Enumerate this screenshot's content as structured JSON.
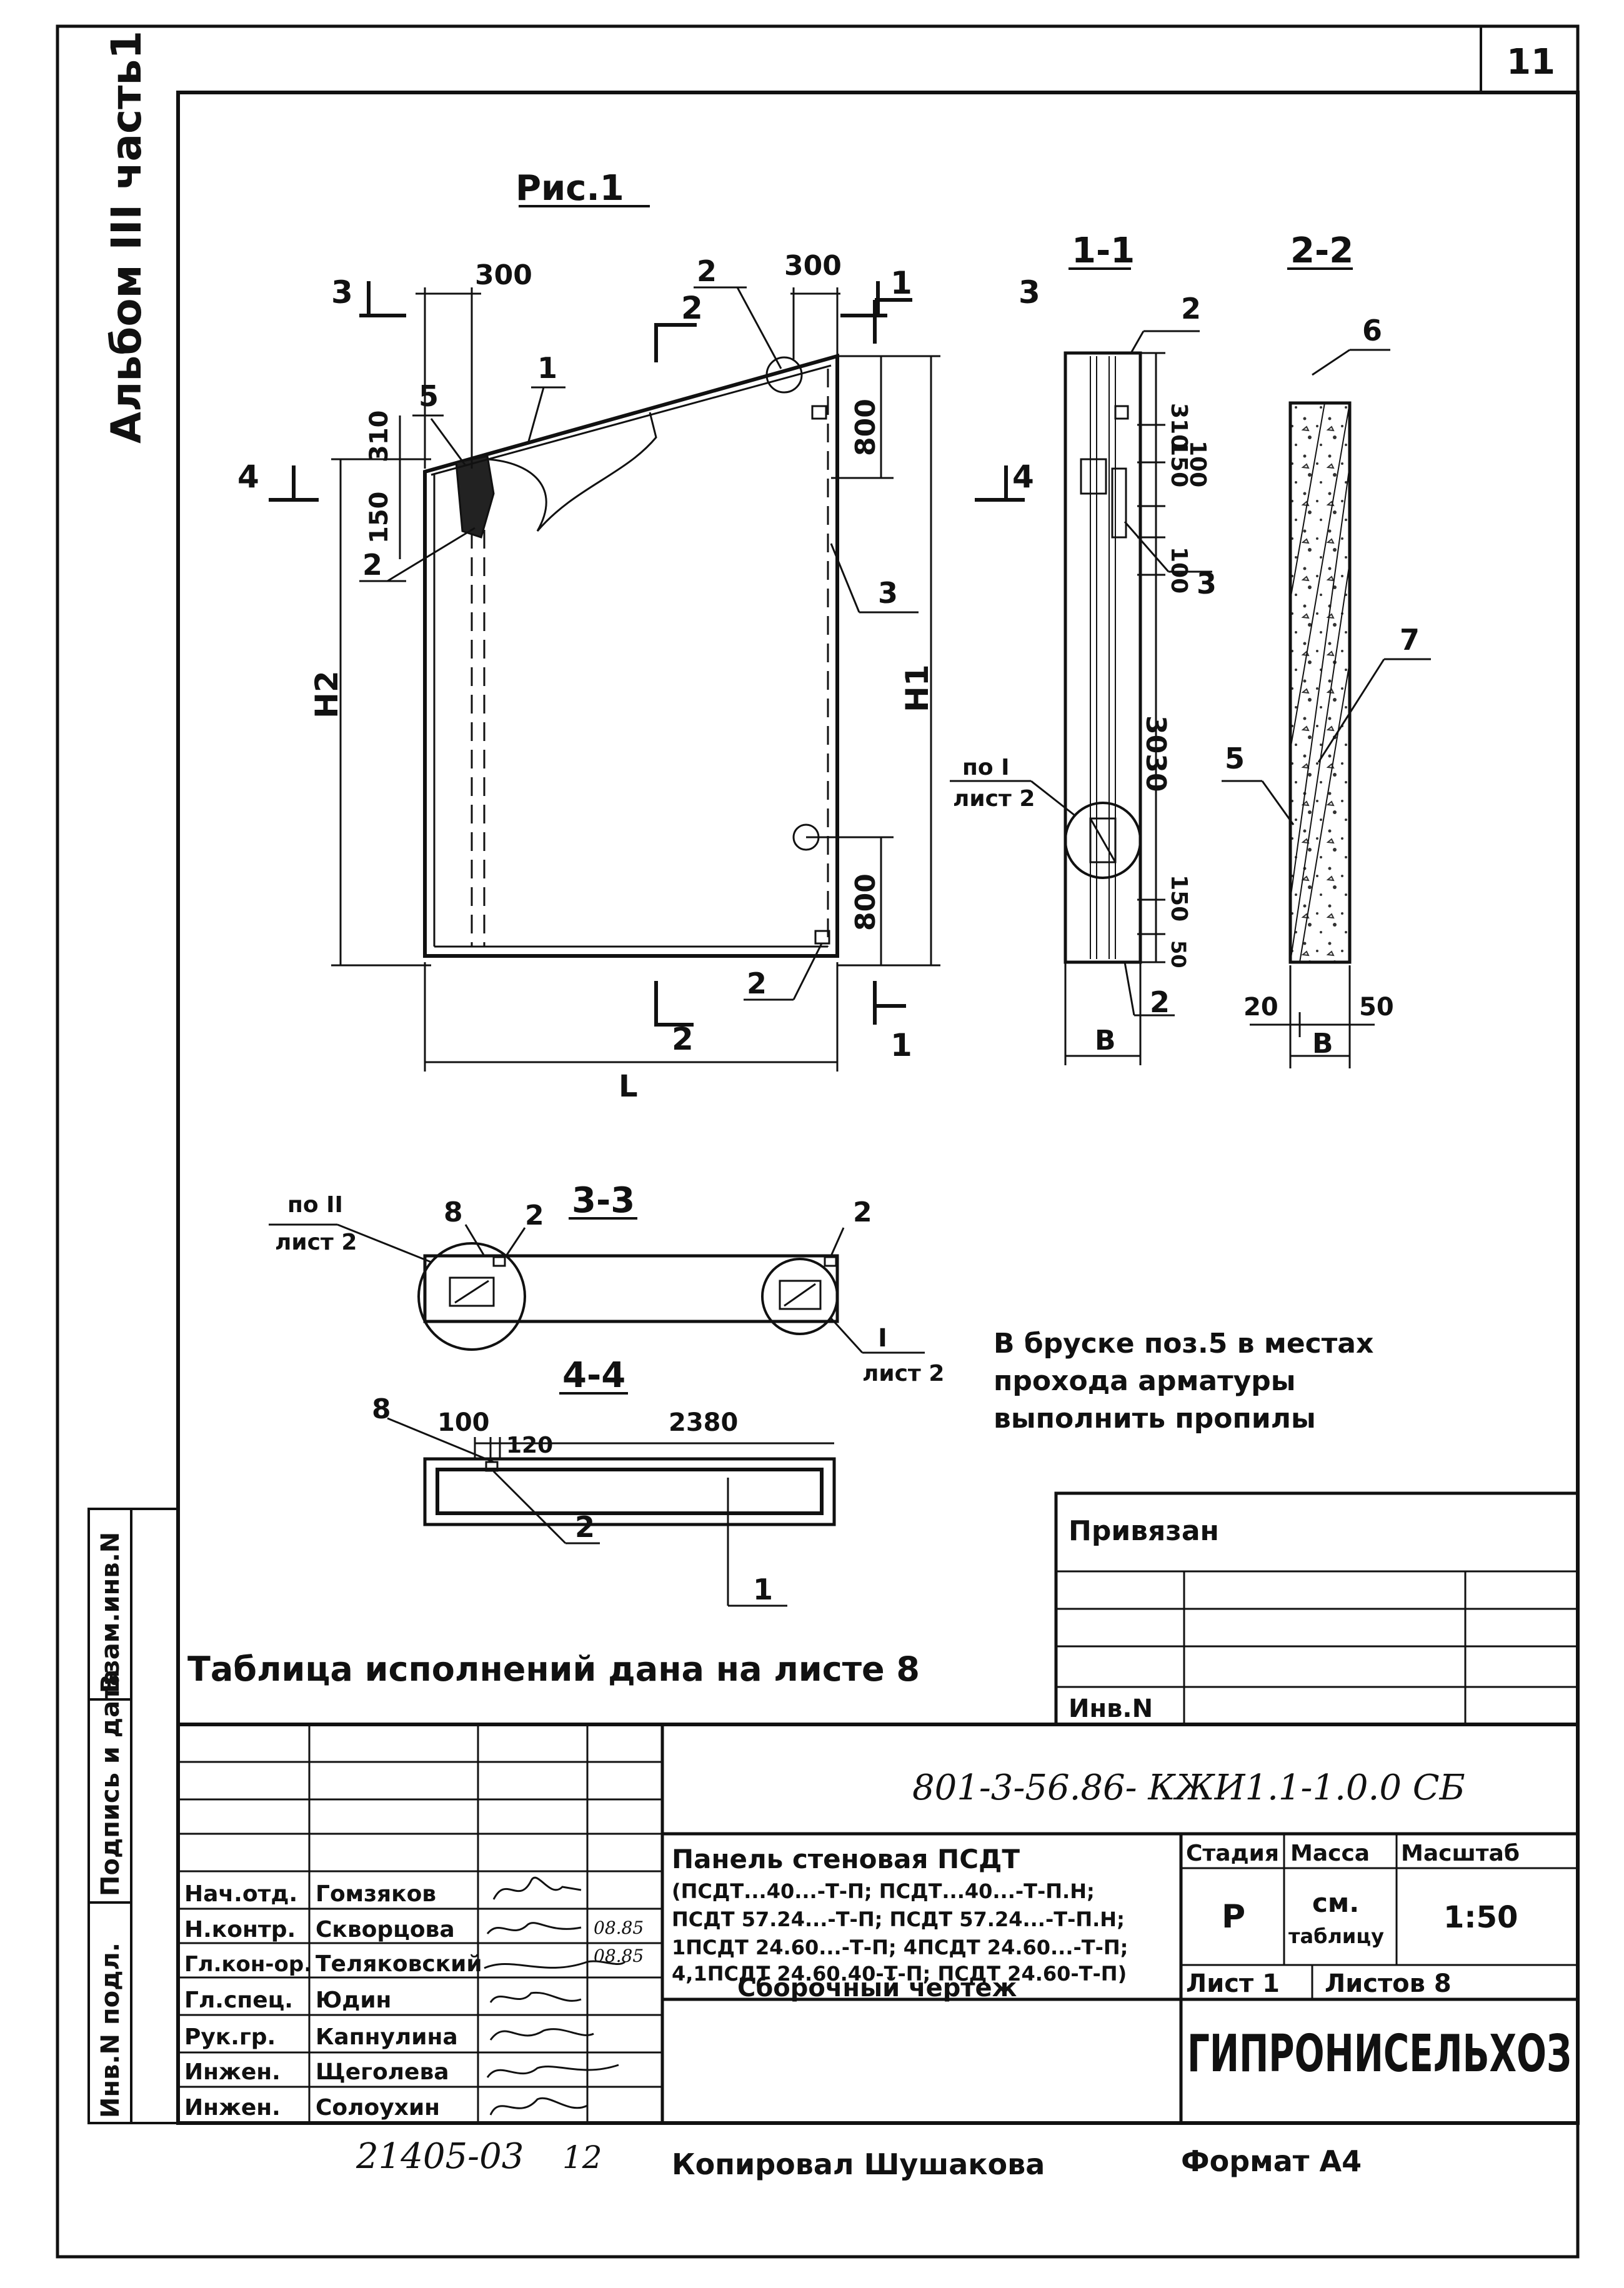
{
  "page_number": "11",
  "album_label": "Альбом III часть1",
  "figure": {
    "title": "Рис.1",
    "dim_300_left": "300",
    "dim_300_right": "300",
    "dim_310": "310",
    "dim_150": "150",
    "dim_800_top": "800",
    "dim_800_bottom": "800",
    "label_H1": "H1",
    "label_H2": "H2",
    "label_L": "L",
    "callouts": {
      "c1": "1",
      "c2": "2",
      "c3": "3",
      "c5": "5",
      "c2b": "2",
      "c2c": "2"
    },
    "section_marks": {
      "s3a": "3",
      "s3b": "3",
      "s4a": "4",
      "s4b": "4",
      "s2a": "2",
      "s2b": "2",
      "s1a": "1",
      "s1b": "1"
    }
  },
  "section_1_1": {
    "title": "1-1",
    "dim_310": "310",
    "dim_150": "150",
    "dim_100a": "100",
    "dim_100b": "100",
    "dim_3030": "3030",
    "dim_150b": "150",
    "dim_50": "50",
    "label_B": "B",
    "callout_2": "2",
    "callout_3": "3",
    "callout_2b": "2",
    "ref_text": "по I",
    "ref_sheet": "лист 2"
  },
  "section_2_2": {
    "title": "2-2",
    "callout_6": "6",
    "callout_7": "7",
    "callout_5": "5",
    "dim_20": "20",
    "dim_50": "50",
    "label_B": "B"
  },
  "section_3_3": {
    "title": "3-3",
    "callout_8": "8",
    "callout_2a": "2",
    "callout_2b": "2",
    "ref_II": "по II",
    "ref_II_sheet": "лист 2",
    "ref_I": "I",
    "ref_I_sheet": "лист 2"
  },
  "section_4_4": {
    "title": "4-4",
    "callout_8": "8",
    "dim_100": "100",
    "dim_2380": "2380",
    "dim_120": "120",
    "callout_2": "2",
    "callout_1": "1"
  },
  "note": [
    "В бруске поз.5 в местах",
    "прохода арматуры",
    "выполнить пропилы"
  ],
  "table_note": "Таблица исполнений дана на листе 8",
  "left_strip": [
    "Инв.N подл.",
    "Подпись и дата",
    "Взам.инв.N"
  ],
  "binding_box": {
    "title": "Привязан",
    "inv": "Инв.N"
  },
  "title_block": {
    "code": "801-3-56.86- КЖИ1.1-1.0.0 СБ",
    "description": [
      "Панель стеновая ПСДТ",
      "(ПСДТ...40...-Т-П; ПСДТ...40...-Т-П.Н;",
      "ПСДТ 57.24...-Т-П; ПСДТ 57.24...-Т-П.Н;",
      "1ПСДТ 24.60...-Т-П; 4ПСДТ 24.60...-Т-П;",
      "4,1ПСДТ 24.60.40-Т-П; ПСДТ 24.60-Т-П)",
      "Сборочный чертеж"
    ],
    "stage_label": "Стадия",
    "mass_label": "Масса",
    "scale_label": "Масштаб",
    "stage": "Р",
    "mass": "см.",
    "mass2": "таблицу",
    "scale": "1:50",
    "sheet": "Лист 1",
    "sheets": "Листов 8",
    "org": "ГИПРОНИСЕЛЬХОЗ",
    "staff": [
      {
        "role": "Нач.отд.",
        "name": "Гомзяков"
      },
      {
        "role": "Н.контр.",
        "name": "Скворцова",
        "date": "08.85"
      },
      {
        "role": "Гл.кон-ор.",
        "name": "Теляковский",
        "date": "08.85"
      },
      {
        "role": "Гл.спец.",
        "name": "Юдин"
      },
      {
        "role": "Рук.гр.",
        "name": "Капнулина"
      },
      {
        "role": "Инжен.",
        "name": "Щеголева"
      },
      {
        "role": "Инжен.",
        "name": "Солоухин"
      }
    ]
  },
  "bottom": {
    "archive": "21405-03",
    "page": "12",
    "copied": "Копировал Шушакова",
    "format": "Формат А4"
  }
}
